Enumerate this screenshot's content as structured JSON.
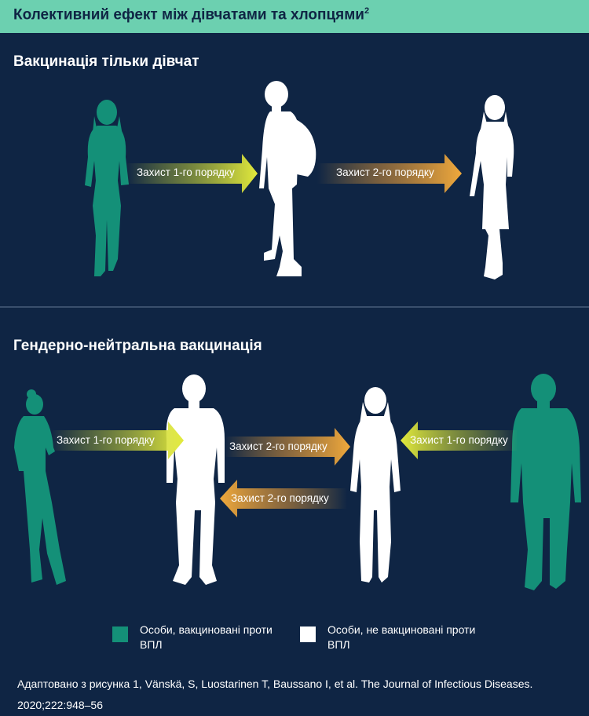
{
  "header": {
    "title": "Колективний ефект між дівчатами та хлопцями",
    "superscript": "2"
  },
  "section1": {
    "title": "Вакцинація тільки дівчат",
    "arrows": [
      {
        "label": "Захист 1-го порядку"
      },
      {
        "label": "Захист 2-го порядку"
      }
    ]
  },
  "section2": {
    "title": "Гендерно-нейтральна вакцинація",
    "arrows": [
      {
        "label": "Захист 1-го порядку"
      },
      {
        "label": "Захист 2-го порядку"
      },
      {
        "label": "Захист 2-го порядку"
      },
      {
        "label": "Захист 1-го порядку"
      }
    ]
  },
  "legend": {
    "vaccinated": {
      "label": "Особи, вакциновані проти ВПЛ",
      "color": "#149078"
    },
    "unvaccinated": {
      "label": "Особи, не вакциновані проти ВПЛ",
      "color": "#ffffff"
    }
  },
  "source": "Адаптовано з рисунка 1, Vänskä, S, Luostarinen T, Baussano I, et al. The Journal of Infectious Diseases. 2020;222:948–56",
  "colors": {
    "background": "#0f2544",
    "header": "#6cd0b0",
    "first_order_arrow": "#d9e23a",
    "second_order_arrow": "#e8a33a"
  }
}
